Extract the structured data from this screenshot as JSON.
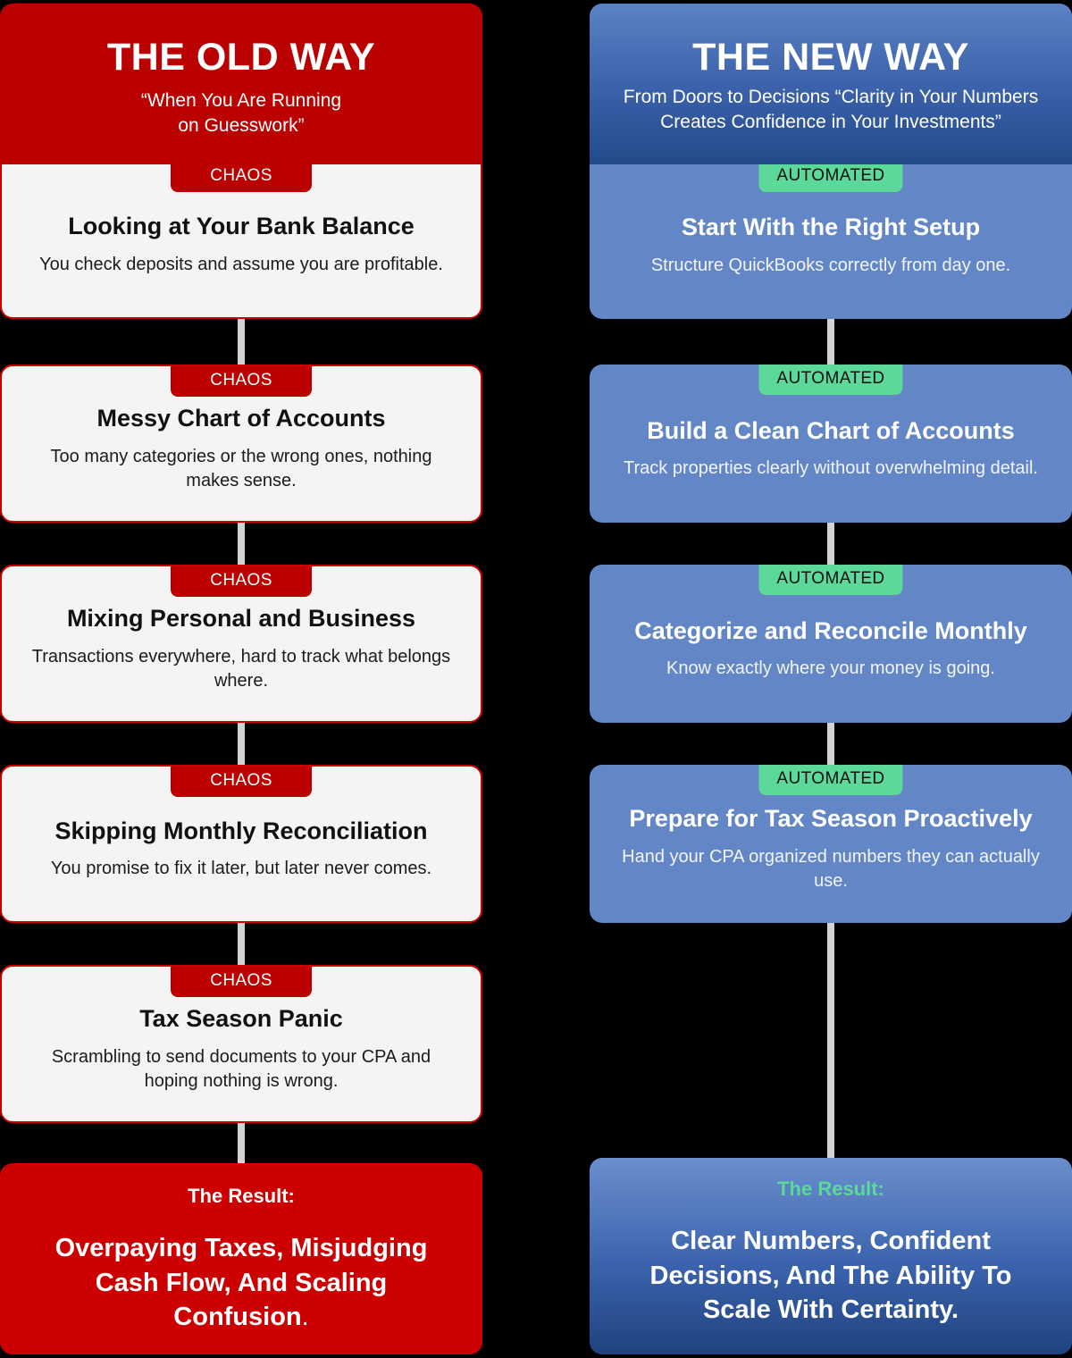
{
  "columns": [
    {
      "side": "old",
      "header": {
        "title": "THE OLD WAY",
        "subtitle": "“When You Are Running\non Guesswork”"
      },
      "badge_label": "CHAOS",
      "badge_color": "#bb0000",
      "accent_color": "#bb0000",
      "card_bg": "#f4f4f4",
      "steps": [
        {
          "badge": "CHAOS",
          "title": "Looking at Your Bank Balance",
          "desc": "You check deposits and assume you are profitable."
        },
        {
          "badge": "CHAOS",
          "title": "Messy Chart of Accounts",
          "desc": "Too many categories or the wrong ones, nothing makes sense."
        },
        {
          "badge": "CHAOS",
          "title": "Mixing Personal and Business",
          "desc": "Transactions everywhere, hard to track what belongs where."
        },
        {
          "badge": "CHAOS",
          "title": "Skipping Monthly Reconciliation",
          "desc": "You promise to fix it later, but later never comes."
        },
        {
          "badge": "CHAOS",
          "title": "Tax Season Panic",
          "desc": "Scrambling to send documents to your CPA and hoping nothing is wrong."
        }
      ],
      "result": {
        "label": "The Result:",
        "text": "Overpaying Taxes, Misjudging Cash Flow, And Scaling Confusion",
        "suffix": "."
      }
    },
    {
      "side": "new",
      "header": {
        "title": "THE NEW WAY",
        "subtitle": "From Doors to Decisions “Clarity in Your Numbers Creates Confidence in Your Investments”"
      },
      "badge_label": "AUTOMATED",
      "badge_color": "#5cd99a",
      "accent_color": "#234a8a",
      "card_bg": "#6286c6",
      "steps": [
        {
          "badge": "AUTOMATED",
          "title": "Start With the Right Setup",
          "desc": "Structure QuickBooks correctly from day one."
        },
        {
          "badge": "AUTOMATED",
          "title": "Build a Clean Chart of Accounts",
          "desc": "Track properties clearly without overwhelming detail."
        },
        {
          "badge": "AUTOMATED",
          "title": "Categorize and Reconcile Monthly",
          "desc": "Know exactly where your money is going."
        },
        {
          "badge": "AUTOMATED",
          "title": "Prepare for Tax Season Proactively",
          "desc": "Hand your CPA organized numbers they can actually use."
        }
      ],
      "result": {
        "label": "The Result:",
        "text": "Clear Numbers, Confident Decisions, And The Ability To Scale With Certainty.",
        "suffix": ""
      }
    }
  ],
  "background_color": "#000000",
  "connector_color": "#d3d3d3"
}
